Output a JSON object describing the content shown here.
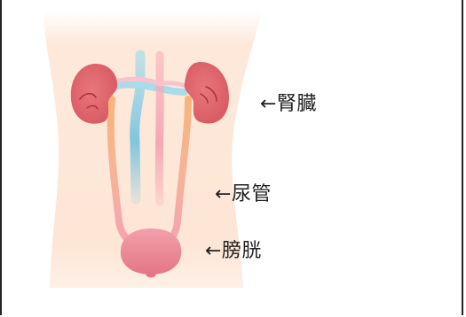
{
  "labels": {
    "kidney": "←腎臓",
    "ureter": "←尿管",
    "bladder": "←膀胱"
  },
  "colors": {
    "body_fill": "#fde6d6",
    "kidney": "#e0696e",
    "kidney_crease": "#a8333a",
    "ureter_orange": "#f7b57a",
    "ureter_pink": "#f5a3b1",
    "vessel_blue": "#7fc6df",
    "vessel_pink": "#f6a7b4",
    "bladder_top": "#f2a0ab",
    "bladder_bottom": "#e47686",
    "border": "#222222"
  }
}
